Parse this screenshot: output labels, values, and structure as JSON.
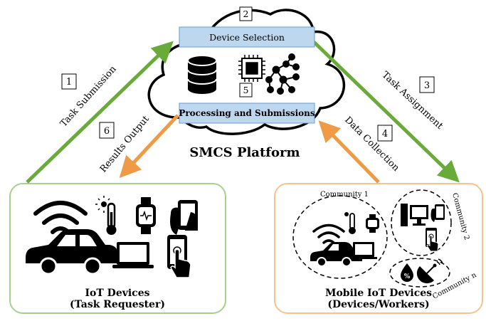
{
  "platform": {
    "title": "SMCS Platform",
    "device_selection": "Device Selection",
    "processing": "Processing and Submissions"
  },
  "steps": {
    "s1": {
      "num": "1",
      "label": "Task Submission"
    },
    "s2": {
      "num": "2"
    },
    "s3": {
      "num": "3",
      "label": "Task Assignment"
    },
    "s4": {
      "num": "4",
      "label": "Data Collection"
    },
    "s5": {
      "num": "5"
    },
    "s6": {
      "num": "6",
      "label": "Results Output"
    }
  },
  "requester": {
    "title_line1": "IoT Devices",
    "title_line2": "(Task Requester)"
  },
  "workers": {
    "title_line1": "Mobile IoT Devices",
    "title_line2": "(Devices/Workers)",
    "community1": "Community 1",
    "community2": "Community 2",
    "communityn": "Community n"
  },
  "colors": {
    "green_arrow": "#6aaa3a",
    "orange_arrow": "#ef9a45",
    "green_border": "#a8cf8e",
    "orange_border": "#f5c48e",
    "label_box_fill": "#bcd7ee",
    "label_box_stroke": "#6a9ccc"
  },
  "icons": [
    "database-icon",
    "chip-icon",
    "network-graph-icon",
    "wifi-icon",
    "thermometer-icon",
    "smartwatch-icon",
    "phone-in-hand-icon",
    "car-icon",
    "laptop-icon",
    "touch-phone-icon",
    "desktop-computer-icon",
    "drop-percent-icon",
    "satellite-dish-icon"
  ]
}
